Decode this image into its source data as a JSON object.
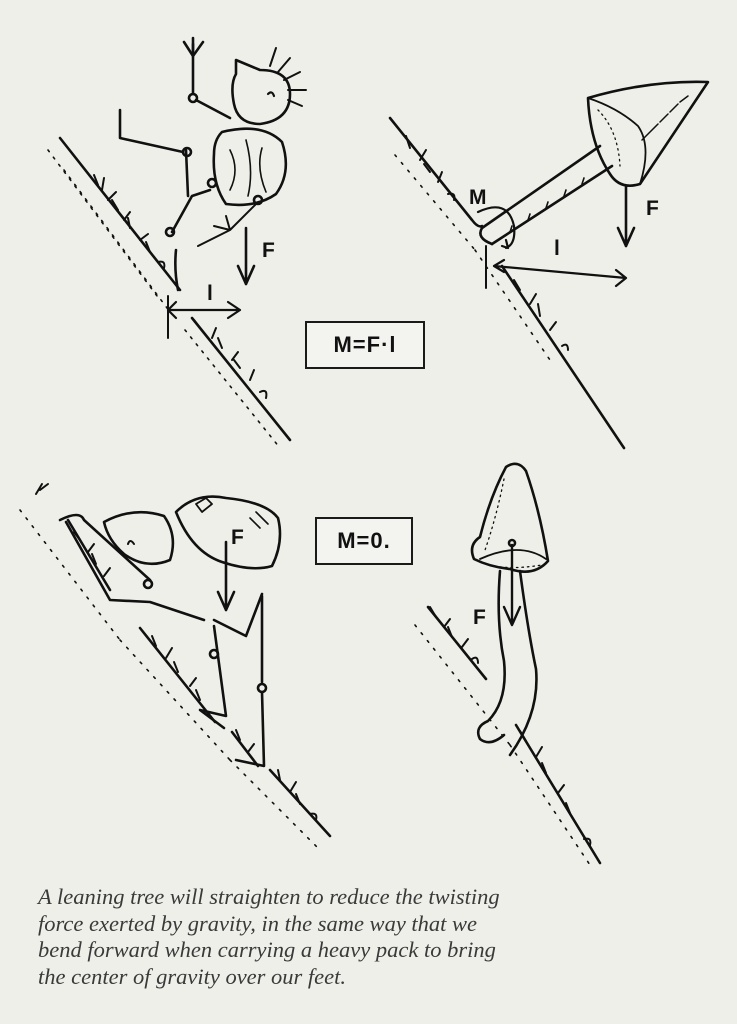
{
  "figure": {
    "top_left": {
      "subject": "hiker-leaning-back-stick-figure",
      "labels": {
        "force": "F",
        "lever_arm": "l"
      }
    },
    "top_right": {
      "subject": "leaning-tree-conifer",
      "labels": {
        "moment": "M",
        "force": "F",
        "lever_arm": "l"
      }
    },
    "bottom_left": {
      "subject": "hiker-bending-forward-with-pack",
      "labels": {
        "force": "F"
      }
    },
    "bottom_right": {
      "subject": "straightened-tree-conifer",
      "labels": {
        "force": "F"
      }
    },
    "formulas": {
      "leaning": "M=F·l",
      "balanced": "M=0."
    }
  },
  "caption": {
    "lines": [
      "A leaning tree will straighten to reduce the twisting",
      "force exerted by gravity, in the same way that we",
      "bend forward when carrying a heavy pack to bring",
      "the center of gravity over our feet."
    ]
  },
  "colors": {
    "background": "#efefea",
    "ink": "#111111",
    "caption_text": "#3a3a3a"
  }
}
